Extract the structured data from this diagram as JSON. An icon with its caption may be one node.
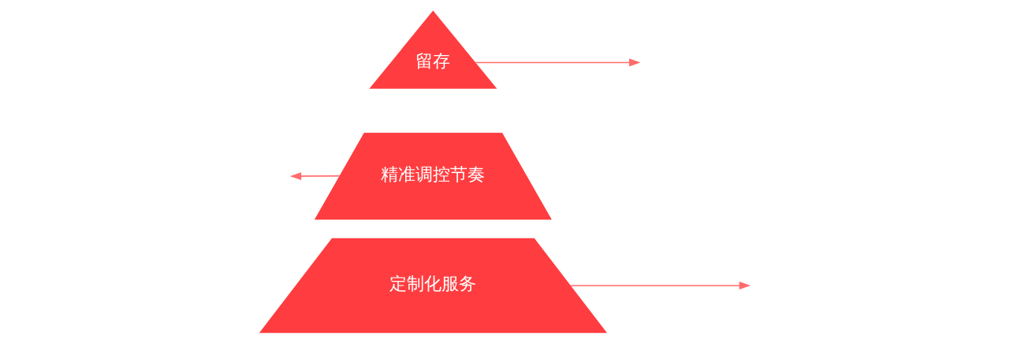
{
  "diagram": {
    "nodes": [
      {
        "text": [
          "留存"
        ]
      },
      {
        "text": [
          "精准调控节奏"
        ]
      },
      {
        "text": [
          "定制化服务"
        ]
      }
    ],
    "edges": [
      {
        "from": 0,
        "to": null,
        "arrow": "to"
      },
      {
        "from": 1,
        "to": null,
        "arrow": "to"
      },
      {
        "from": 2,
        "to": null,
        "arrow": "to"
      }
    ]
  }
}
